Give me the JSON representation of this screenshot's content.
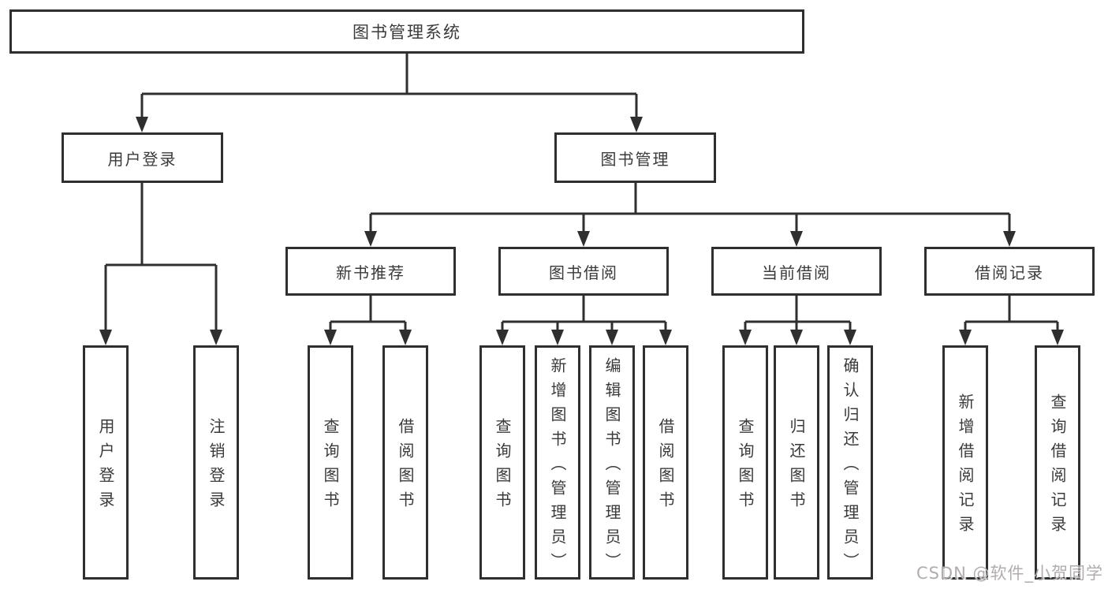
{
  "tree": {
    "root": {
      "label": "图书管理系统",
      "children": [
        {
          "label": "用户登录",
          "children": [
            {
              "label": "用户登录"
            },
            {
              "label": "注销登录"
            }
          ]
        },
        {
          "label": "图书管理",
          "children": [
            {
              "label": "新书推荐",
              "children": [
                {
                  "label": "查询图书"
                },
                {
                  "label": "借阅图书"
                }
              ]
            },
            {
              "label": "图书借阅",
              "children": [
                {
                  "label": "查询图书"
                },
                {
                  "label": "新增图书（管理员）"
                },
                {
                  "label": "编辑图书（管理员）"
                },
                {
                  "label": "借阅图书"
                }
              ]
            },
            {
              "label": "当前借阅",
              "children": [
                {
                  "label": "查询图书"
                },
                {
                  "label": "归还图书"
                },
                {
                  "label": "确认归还（管理员）"
                }
              ]
            },
            {
              "label": "借阅记录",
              "children": [
                {
                  "label": "新增借阅记录"
                },
                {
                  "label": "查询借阅记录"
                }
              ]
            }
          ]
        }
      ]
    }
  },
  "watermark": {
    "text": "CSDN @软件_小贺同学"
  },
  "colors": {
    "line": "#2f2f2f",
    "box_border": "#2f2f2f",
    "box_background": "#ffffff",
    "text": "#3a3a3a",
    "watermark": "#b2adad"
  }
}
